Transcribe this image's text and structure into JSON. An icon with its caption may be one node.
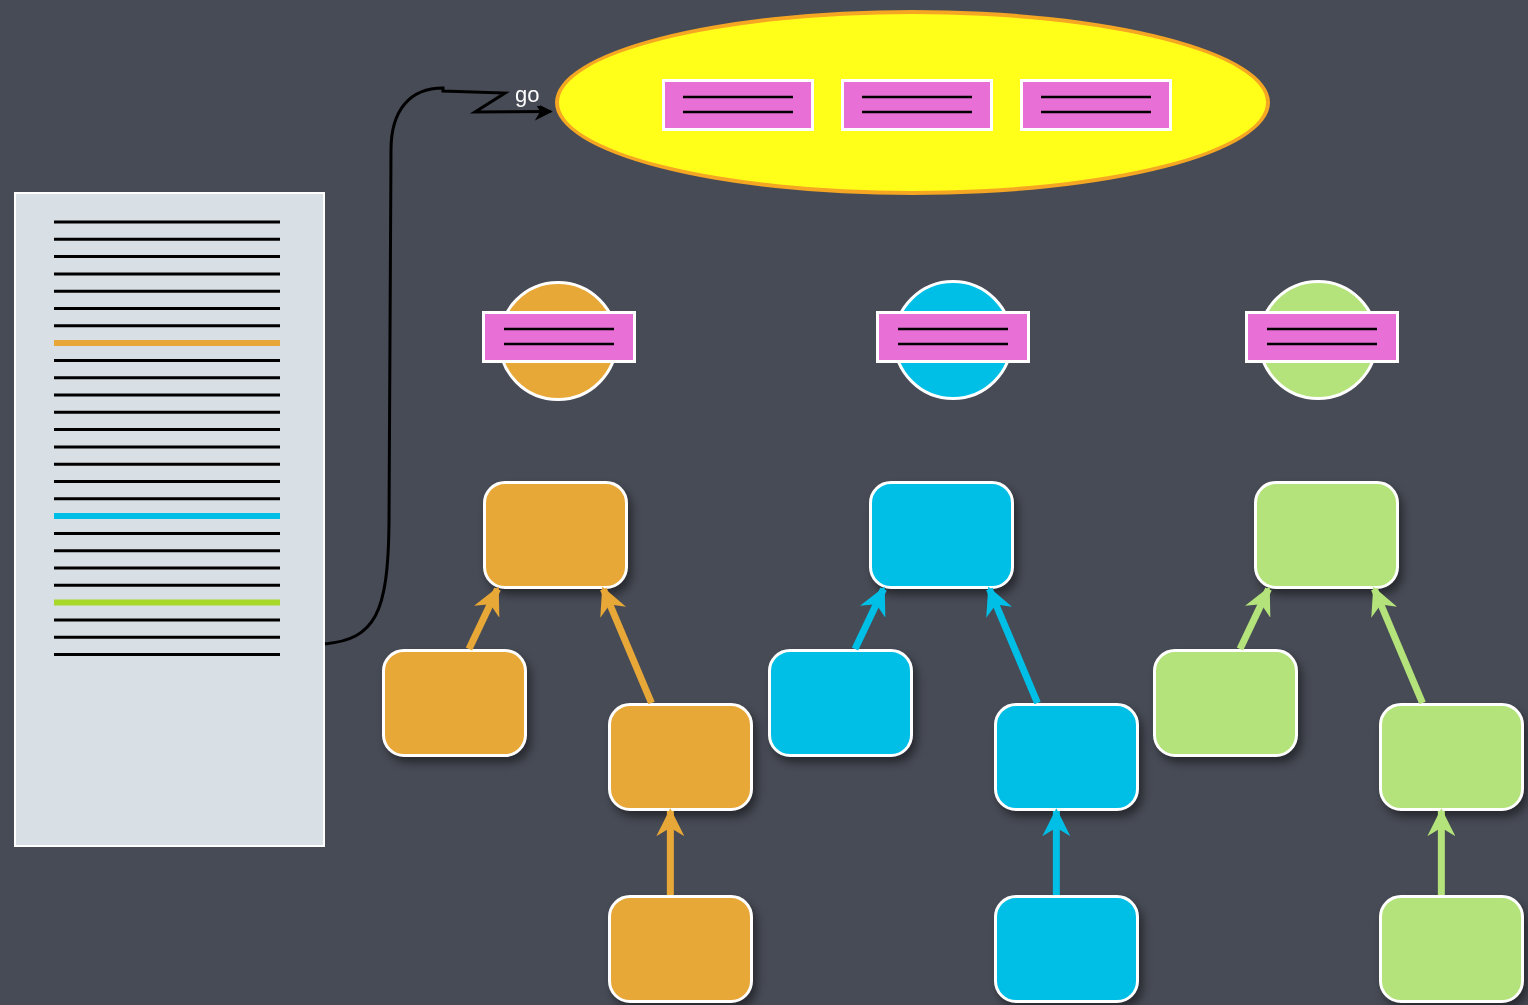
{
  "diagram": {
    "nodes": [
      {
        "text": [],
        "shape": "box"
      },
      {
        "text": [],
        "shape": "ellipse"
      },
      {
        "text": [],
        "shape": "box",
        "in": 1
      },
      {
        "text": [],
        "shape": "box",
        "in": 1
      },
      {
        "text": [],
        "shape": "box",
        "in": 1
      },
      {
        "text": [],
        "shape": "circle"
      },
      {
        "text": [],
        "shape": "box"
      },
      {
        "text": [],
        "shape": "circle"
      },
      {
        "text": [],
        "shape": "box"
      },
      {
        "text": [],
        "shape": "circle"
      },
      {
        "text": [],
        "shape": "box"
      },
      {
        "text": [],
        "shape": "box"
      },
      {
        "text": [],
        "shape": "box"
      },
      {
        "text": [],
        "shape": "box"
      },
      {
        "text": [],
        "shape": "box"
      },
      {
        "text": [],
        "shape": "box"
      },
      {
        "text": [],
        "shape": "box"
      },
      {
        "text": [],
        "shape": "box"
      },
      {
        "text": [],
        "shape": "box"
      },
      {
        "text": [],
        "shape": "box"
      },
      {
        "text": [],
        "shape": "box"
      },
      {
        "text": [],
        "shape": "box"
      },
      {
        "text": [],
        "shape": "box"
      }
    ],
    "edges": [
      {
        "from": 0,
        "to": 1,
        "arrow": "to",
        "label": "go",
        "color": "#000000"
      },
      {
        "from": 12,
        "to": 11,
        "arrow": "to",
        "color": "#e8a838"
      },
      {
        "from": 13,
        "to": 11,
        "arrow": "to",
        "color": "#e8a838"
      },
      {
        "from": 14,
        "to": 13,
        "arrow": "to",
        "color": "#e8a838"
      },
      {
        "from": 16,
        "to": 15,
        "arrow": "to",
        "color": "#00bfe6"
      },
      {
        "from": 17,
        "to": 15,
        "arrow": "to",
        "color": "#00bfe6"
      },
      {
        "from": 18,
        "to": 17,
        "arrow": "to",
        "color": "#00bfe6"
      },
      {
        "from": 20,
        "to": 19,
        "arrow": "to",
        "color": "#b3e37a"
      },
      {
        "from": 21,
        "to": 19,
        "arrow": "to",
        "color": "#b3e37a"
      },
      {
        "from": 22,
        "to": 21,
        "arrow": "to",
        "color": "#b3e37a"
      }
    ]
  }
}
